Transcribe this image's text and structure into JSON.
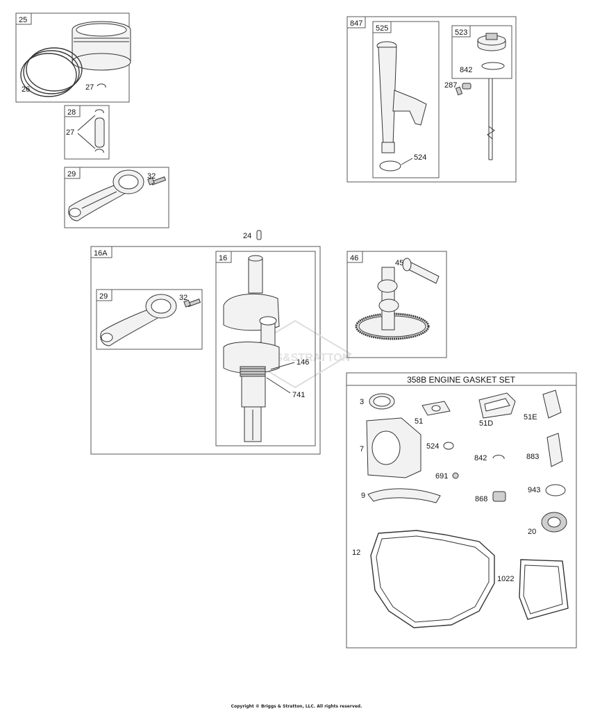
{
  "groups": {
    "g25": "25",
    "g28": "28",
    "g29": "29",
    "g16a": "16A",
    "g29b": "29",
    "g16": "16",
    "g847": "847",
    "g525": "525",
    "g523": "523",
    "g46": "46",
    "gasket_set": "358B ENGINE GASKET SET"
  },
  "callouts": {
    "c26": "26",
    "c27a": "27",
    "c27b": "27",
    "c32a": "32",
    "c32b": "32",
    "c24": "24",
    "c146": "146",
    "c741": "741",
    "c842a": "842",
    "c287": "287",
    "c524a": "524",
    "c45": "45",
    "c3": "3",
    "c51": "51",
    "c51d": "51D",
    "c51e": "51E",
    "c7": "7",
    "c524b": "524",
    "c842b": "842",
    "c883": "883",
    "c691": "691",
    "c9": "9",
    "c868": "868",
    "c943": "943",
    "c20": "20",
    "c12": "12",
    "c1022": "1022"
  },
  "watermark": "BRIGGS&STRATTON",
  "copyright": "Copyright © Briggs & Stratton, LLC. All rights reserved.",
  "colors": {
    "line": "#333333",
    "part_fill": "#f2f2f2",
    "shade": "#cfcfcf",
    "watermark": "#dddddd"
  }
}
